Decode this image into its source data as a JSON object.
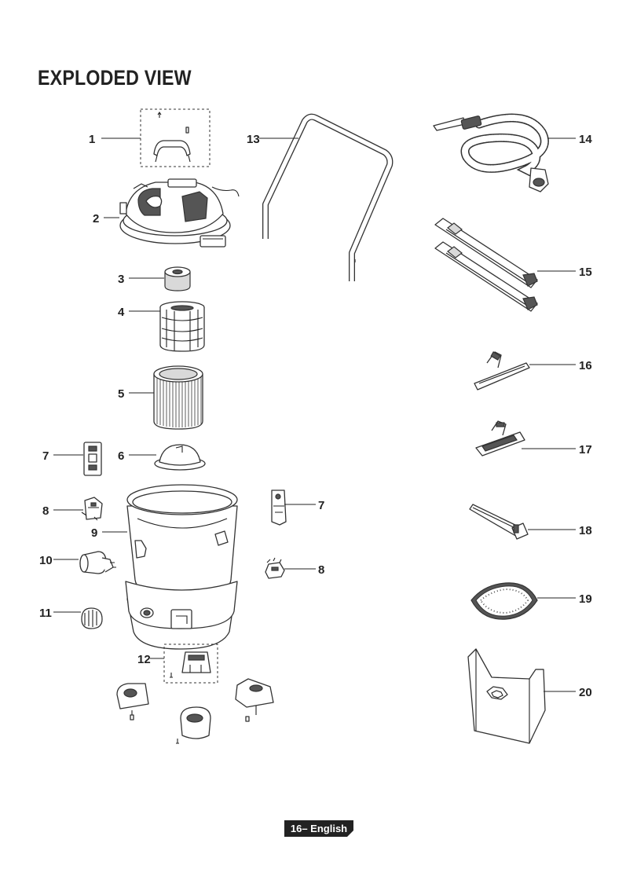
{
  "page": {
    "title": "EXPLODED VIEW",
    "footer": "16– English"
  },
  "callouts": {
    "c1": "1",
    "c2": "2",
    "c3": "3",
    "c4": "4",
    "c5": "5",
    "c6": "6",
    "c7a": "7",
    "c7b": "7",
    "c8a": "8",
    "c8b": "8",
    "c9": "9",
    "c10": "10",
    "c11": "11",
    "c12": "12",
    "c13": "13",
    "c14": "14",
    "c15": "15",
    "c16": "16",
    "c17": "17",
    "c18": "18",
    "c19": "19",
    "c20": "20"
  },
  "colors": {
    "ink": "#222222",
    "footer_bg": "#222222",
    "page_bg": "#ffffff"
  }
}
